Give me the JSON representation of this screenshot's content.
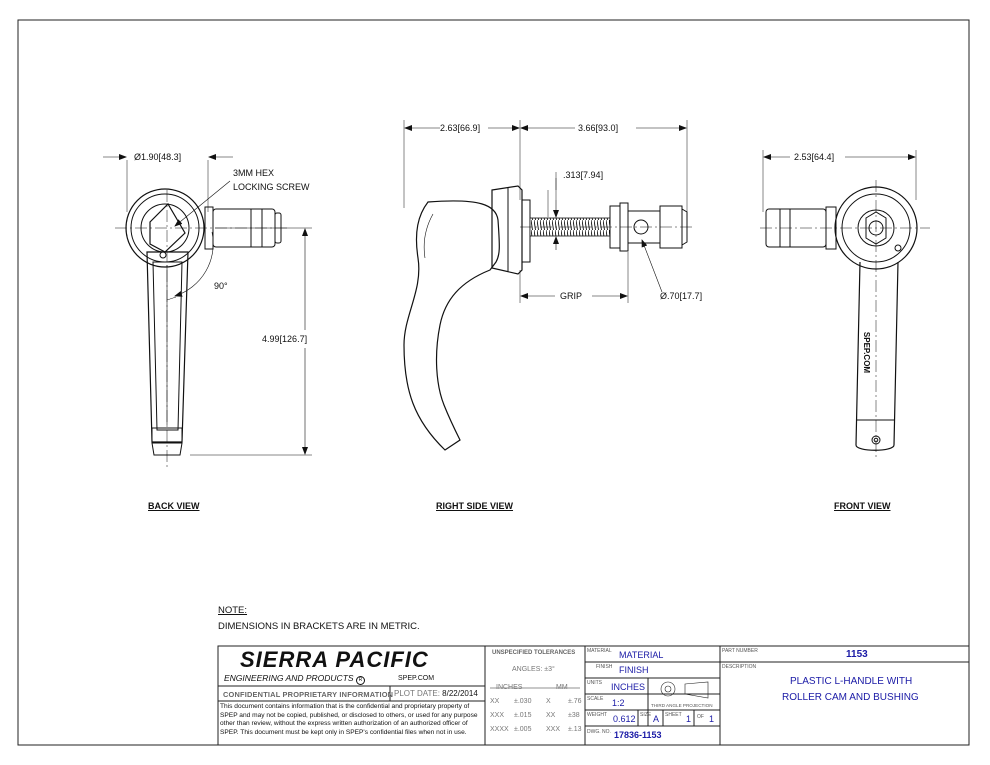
{
  "labels": {
    "back_diam": "1.90",
    "back_diam_mm": "48.3",
    "hex_line1": "3MM HEX",
    "hex_line2": "LOCKING SCREW",
    "angle": "90°",
    "height": "4.99",
    "height_mm": "126.7",
    "side_left": "2.63",
    "side_left_mm": "66.9",
    "side_right": "3.66",
    "side_right_mm": "93.0",
    "screw": ".313",
    "screw_mm": "7.94",
    "grip": "GRIP",
    "bush_diam": ".70",
    "bush_diam_mm": "17.7",
    "front_width": "2.53",
    "front_width_mm": "64.4",
    "handle_text": "SPEP.COM",
    "diam_symbol": "Ø"
  },
  "views": {
    "back": "BACK VIEW",
    "right": "RIGHT SIDE VIEW",
    "front": "FRONT VIEW"
  },
  "note": {
    "title": "NOTE:",
    "text": "DIMENSIONS IN BRACKETS ARE IN METRIC."
  },
  "title_block": {
    "company": "SIERRA PACIFIC",
    "company_sub": "ENGINEERING AND PRODUCTS",
    "registered": "R",
    "website": "SPEP.COM",
    "confidential": "CONFIDENTIAL PROPRIETARY INFORMATION",
    "plot_date_label": "PLOT DATE:",
    "plot_date": "8/22/2014",
    "legal": "This document contains information that is the confidential and proprietary property of SPEP and may not be copied, published, or disclosed to others, or used for any purpose other than review, without the express written authorization of an authorized officer of SPEP. This document must be kept only in SPEP's confidential files when not in use.",
    "unspecified_tolerances": "UNSPECIFIED TOLERANCES",
    "angles": "ANGLES: ±3°",
    "inches_header": "INCHES",
    "mm_header": "MM",
    "tolerances": [
      {
        "in_fmt": "XX",
        "in_tol": "±.030",
        "mm_fmt": "X",
        "mm_tol": "±.76"
      },
      {
        "in_fmt": "XXX",
        "in_tol": "±.015",
        "mm_fmt": "XX",
        "mm_tol": "±38"
      },
      {
        "in_fmt": "XXXX",
        "in_tol": "±.005",
        "mm_fmt": "XXX",
        "mm_tol": "±.13"
      }
    ],
    "material_label": "MATERIAL",
    "material": "MATERIAL",
    "finish_label": "FINISH",
    "finish": "FINISH",
    "units_label": "UNITS",
    "units": "INCHES",
    "scale_label": "SCALE",
    "scale": "1:2",
    "projection": "THIRD ANGLE PROJECTION",
    "weight_label": "WEIGHT",
    "weight": "0.612",
    "size_label": "SIZE",
    "size": "A",
    "sheet_label": "SHEET",
    "sheet": "1",
    "of_label": "OF",
    "sheets": "1",
    "dwg_label": "DWG. NO.",
    "dwg_no": "17836-1153",
    "part_label": "PART NUMBER",
    "part_number": "1153",
    "desc_label": "DESCRIPTION",
    "description_line1": "PLASTIC L-HANDLE WITH",
    "description_line2": "ROLLER CAM AND BUSHING"
  }
}
